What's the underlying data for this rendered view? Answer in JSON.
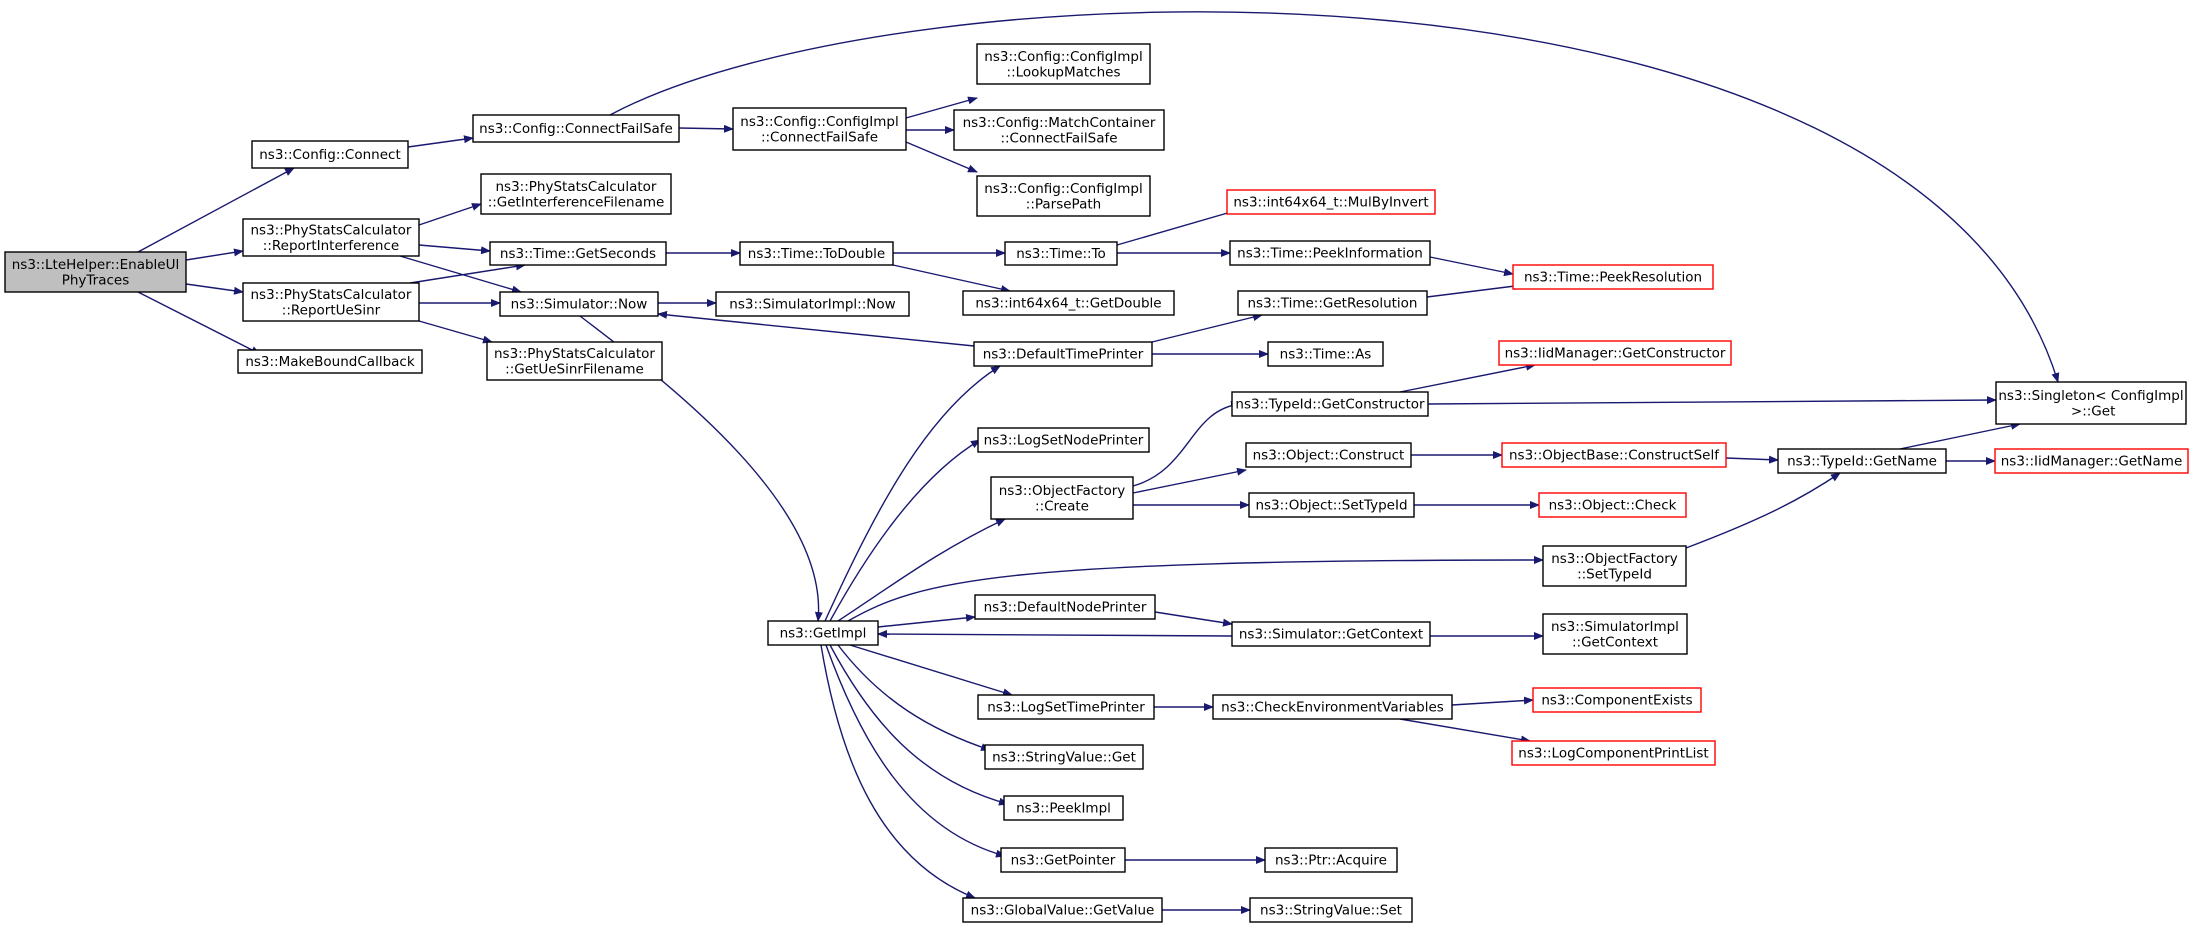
{
  "colors": {
    "edge": "#191970",
    "node_border": "#000000",
    "truncated_border": "#ff0000",
    "root_fill": "#bfbfbf",
    "node_fill": "#ffffff"
  },
  "nodes": [
    {
      "id": "root",
      "lines": [
        "ns3::LteHelper::EnableUl",
        "PhyTraces"
      ],
      "style": "root"
    },
    {
      "id": "cfgConnect",
      "lines": [
        "ns3::Config::Connect"
      ]
    },
    {
      "id": "cfgConnectFailSafe",
      "lines": [
        "ns3::Config::ConnectFailSafe"
      ]
    },
    {
      "id": "implConnectFailSafe",
      "lines": [
        "ns3::Config::ConfigImpl",
        "::ConnectFailSafe"
      ]
    },
    {
      "id": "implLookupMatches",
      "lines": [
        "ns3::Config::ConfigImpl",
        "::LookupMatches"
      ]
    },
    {
      "id": "matchConnectFailSafe",
      "lines": [
        "ns3::Config::MatchContainer",
        "::ConnectFailSafe"
      ]
    },
    {
      "id": "implParsePath",
      "lines": [
        "ns3::Config::ConfigImpl",
        "::ParsePath"
      ]
    },
    {
      "id": "reportInterference",
      "lines": [
        "ns3::PhyStatsCalculator",
        "::ReportInterference"
      ]
    },
    {
      "id": "getInterferenceFilename",
      "lines": [
        "ns3::PhyStatsCalculator",
        "::GetInterferenceFilename"
      ]
    },
    {
      "id": "reportUeSinr",
      "lines": [
        "ns3::PhyStatsCalculator",
        "::ReportUeSinr"
      ]
    },
    {
      "id": "getUeSinrFilename",
      "lines": [
        "ns3::PhyStatsCalculator",
        "::GetUeSinrFilename"
      ]
    },
    {
      "id": "makeBoundCallback",
      "lines": [
        "ns3::MakeBoundCallback"
      ]
    },
    {
      "id": "timeGetSeconds",
      "lines": [
        "ns3::Time::GetSeconds"
      ]
    },
    {
      "id": "simulatorNow",
      "lines": [
        "ns3::Simulator::Now"
      ]
    },
    {
      "id": "simulatorImplNow",
      "lines": [
        "ns3::SimulatorImpl::Now"
      ]
    },
    {
      "id": "timeToDouble",
      "lines": [
        "ns3::Time::ToDouble"
      ]
    },
    {
      "id": "timeTo",
      "lines": [
        "ns3::Time::To"
      ]
    },
    {
      "id": "int64GetDouble",
      "lines": [
        "ns3::int64x64_t::GetDouble"
      ]
    },
    {
      "id": "mulByInvert",
      "lines": [
        "ns3::int64x64_t::MulByInvert"
      ],
      "style": "truncated"
    },
    {
      "id": "peekInformation",
      "lines": [
        "ns3::Time::PeekInformation"
      ]
    },
    {
      "id": "peekResolution",
      "lines": [
        "ns3::Time::PeekResolution"
      ],
      "style": "truncated"
    },
    {
      "id": "getResolution",
      "lines": [
        "ns3::Time::GetResolution"
      ]
    },
    {
      "id": "defaultTimePrinter",
      "lines": [
        "ns3::DefaultTimePrinter"
      ]
    },
    {
      "id": "timeAs",
      "lines": [
        "ns3::Time::As"
      ]
    },
    {
      "id": "singletonGet",
      "lines": [
        "ns3::Singleton< ConfigImpl",
        " >::Get"
      ]
    },
    {
      "id": "iidGetConstructor",
      "lines": [
        "ns3::IidManager::GetConstructor"
      ],
      "style": "truncated"
    },
    {
      "id": "typeIdGetConstructor",
      "lines": [
        "ns3::TypeId::GetConstructor"
      ]
    },
    {
      "id": "logSetNodePrinter",
      "lines": [
        "ns3::LogSetNodePrinter"
      ]
    },
    {
      "id": "objectConstruct",
      "lines": [
        "ns3::Object::Construct"
      ]
    },
    {
      "id": "objectBaseConstructSelf",
      "lines": [
        "ns3::ObjectBase::ConstructSelf"
      ],
      "style": "truncated"
    },
    {
      "id": "typeIdGetName",
      "lines": [
        "ns3::TypeId::GetName"
      ]
    },
    {
      "id": "iidGetName",
      "lines": [
        "ns3::IidManager::GetName"
      ],
      "style": "truncated"
    },
    {
      "id": "objectFactoryCreate",
      "lines": [
        "ns3::ObjectFactory",
        "::Create"
      ]
    },
    {
      "id": "objectSetTypeId",
      "lines": [
        "ns3::Object::SetTypeId"
      ]
    },
    {
      "id": "objectCheck",
      "lines": [
        "ns3::Object::Check"
      ],
      "style": "truncated"
    },
    {
      "id": "objectFactorySetTypeId",
      "lines": [
        "ns3::ObjectFactory",
        "::SetTypeId"
      ]
    },
    {
      "id": "getImpl",
      "lines": [
        "ns3::GetImpl"
      ]
    },
    {
      "id": "defaultNodePrinter",
      "lines": [
        "ns3::DefaultNodePrinter"
      ]
    },
    {
      "id": "simulatorGetContext",
      "lines": [
        "ns3::Simulator::GetContext"
      ]
    },
    {
      "id": "simulatorImplGetContext",
      "lines": [
        "ns3::SimulatorImpl",
        "::GetContext"
      ]
    },
    {
      "id": "logSetTimePrinter",
      "lines": [
        "ns3::LogSetTimePrinter"
      ]
    },
    {
      "id": "checkEnvironmentVariables",
      "lines": [
        "ns3::CheckEnvironmentVariables"
      ]
    },
    {
      "id": "componentExists",
      "lines": [
        "ns3::ComponentExists"
      ],
      "style": "truncated"
    },
    {
      "id": "logComponentPrintList",
      "lines": [
        "ns3::LogComponentPrintList"
      ],
      "style": "truncated"
    },
    {
      "id": "stringValueGet",
      "lines": [
        "ns3::StringValue::Get"
      ]
    },
    {
      "id": "peekImpl",
      "lines": [
        "ns3::PeekImpl"
      ]
    },
    {
      "id": "getPointer",
      "lines": [
        "ns3::GetPointer"
      ]
    },
    {
      "id": "ptrAcquire",
      "lines": [
        "ns3::Ptr::Acquire"
      ]
    },
    {
      "id": "globalValueGetValue",
      "lines": [
        "ns3::GlobalValue::GetValue"
      ]
    },
    {
      "id": "stringValueSet",
      "lines": [
        "ns3::StringValue::Set"
      ]
    }
  ]
}
